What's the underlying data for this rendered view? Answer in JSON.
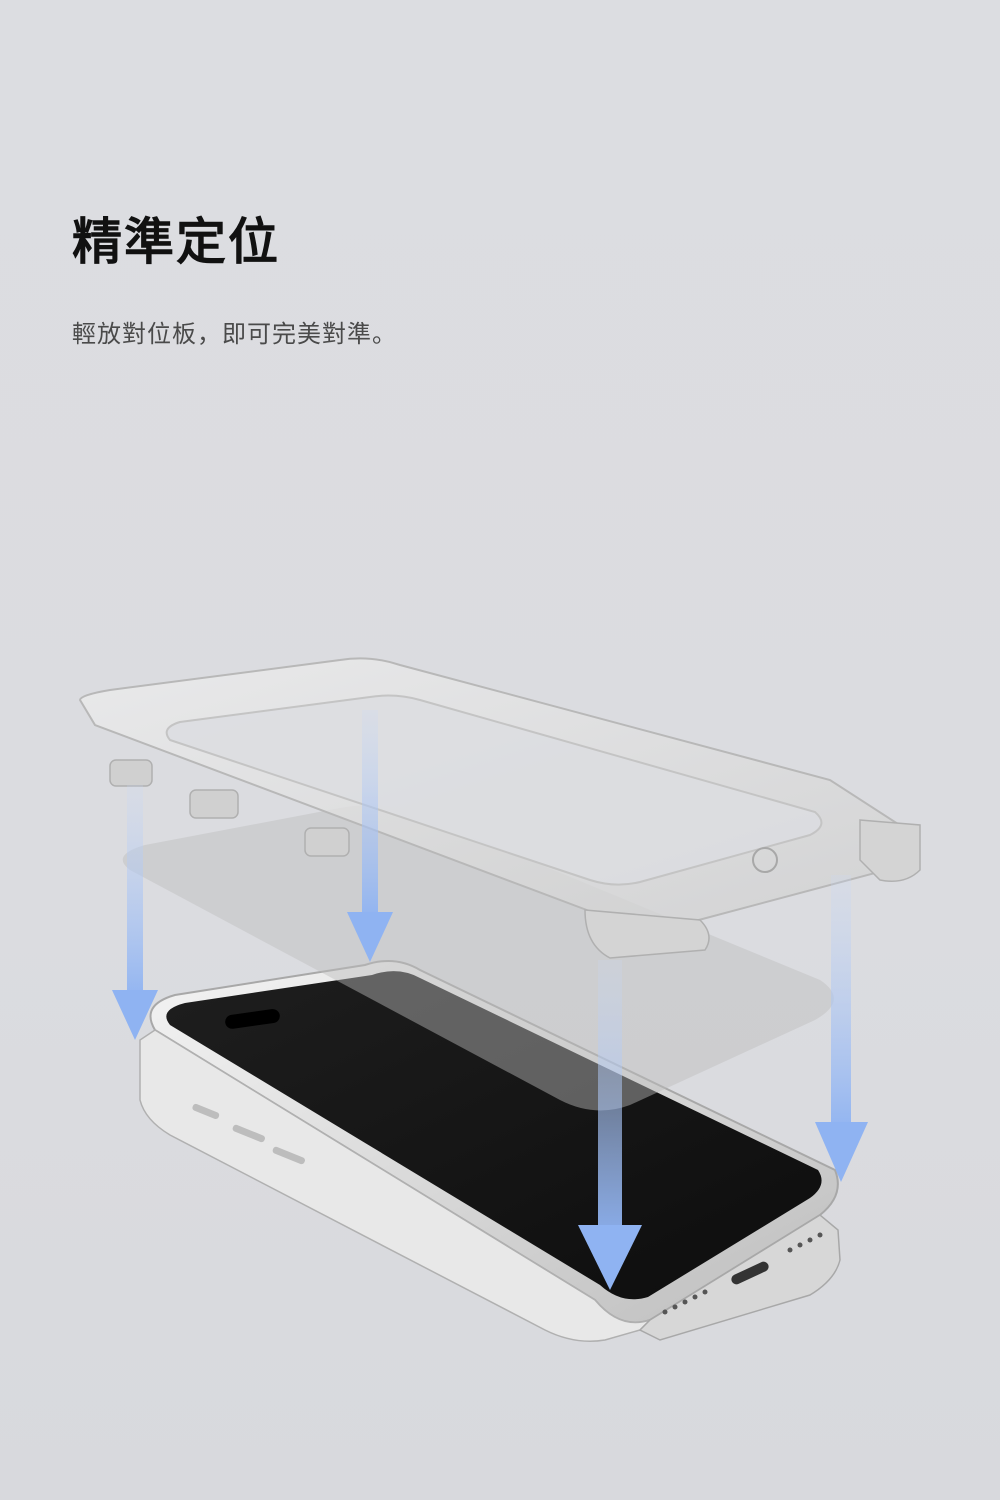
{
  "heading": {
    "title": "精準定位",
    "subtitle": "輕放對位板，即可完美對準。"
  },
  "colors": {
    "background": "#dcdde1",
    "title": "#111111",
    "subtitle": "#4a4a4a",
    "arrow": "#8fb3f2",
    "phone_frame": "#e6e6e6",
    "phone_screen": "#151515"
  },
  "illustration": {
    "icons": [
      "alignment-frame",
      "screen-protector-film",
      "smartphone",
      "down-arrow-icon"
    ]
  }
}
